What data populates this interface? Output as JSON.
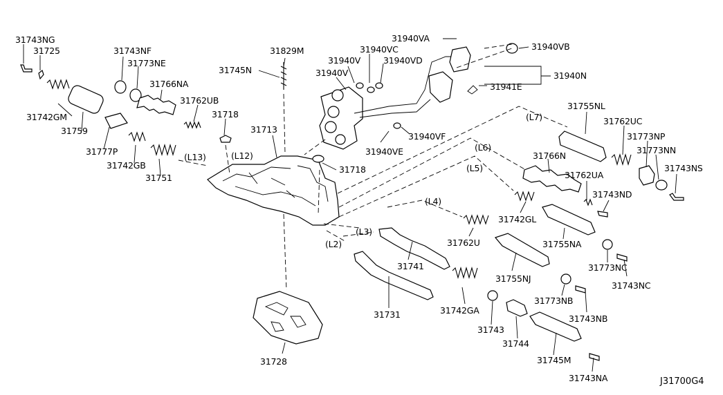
{
  "diagram": {
    "reference_code": "J31700G4",
    "group_labels": [
      "(L2)",
      "(L3)",
      "(L4)",
      "(L5)",
      "(L6)",
      "(L7)",
      "(L12)",
      "(L13)"
    ],
    "part_labels": [
      "31743NG",
      "31725",
      "31742GM",
      "31759",
      "31743NF",
      "31773NE",
      "31766NA",
      "31777P",
      "31742GB",
      "31751",
      "31762UB",
      "31718",
      "31829M",
      "31745N",
      "31713",
      "31940V",
      "31940V",
      "31940VC",
      "31940VD",
      "31940VA",
      "31940VB",
      "31940N",
      "31941E",
      "31940VF",
      "31940VE",
      "31718",
      "31755NL",
      "31762UC",
      "31773NP",
      "31773NN",
      "31743NS",
      "31766N",
      "31762UA",
      "31743ND",
      "31742GL",
      "31755NA",
      "31773NC",
      "31743NC",
      "31762U",
      "31741",
      "31755NJ",
      "31773NB",
      "31743NB",
      "31731",
      "31742GA",
      "31743",
      "31744",
      "31745M",
      "31743NA",
      "31728"
    ]
  }
}
